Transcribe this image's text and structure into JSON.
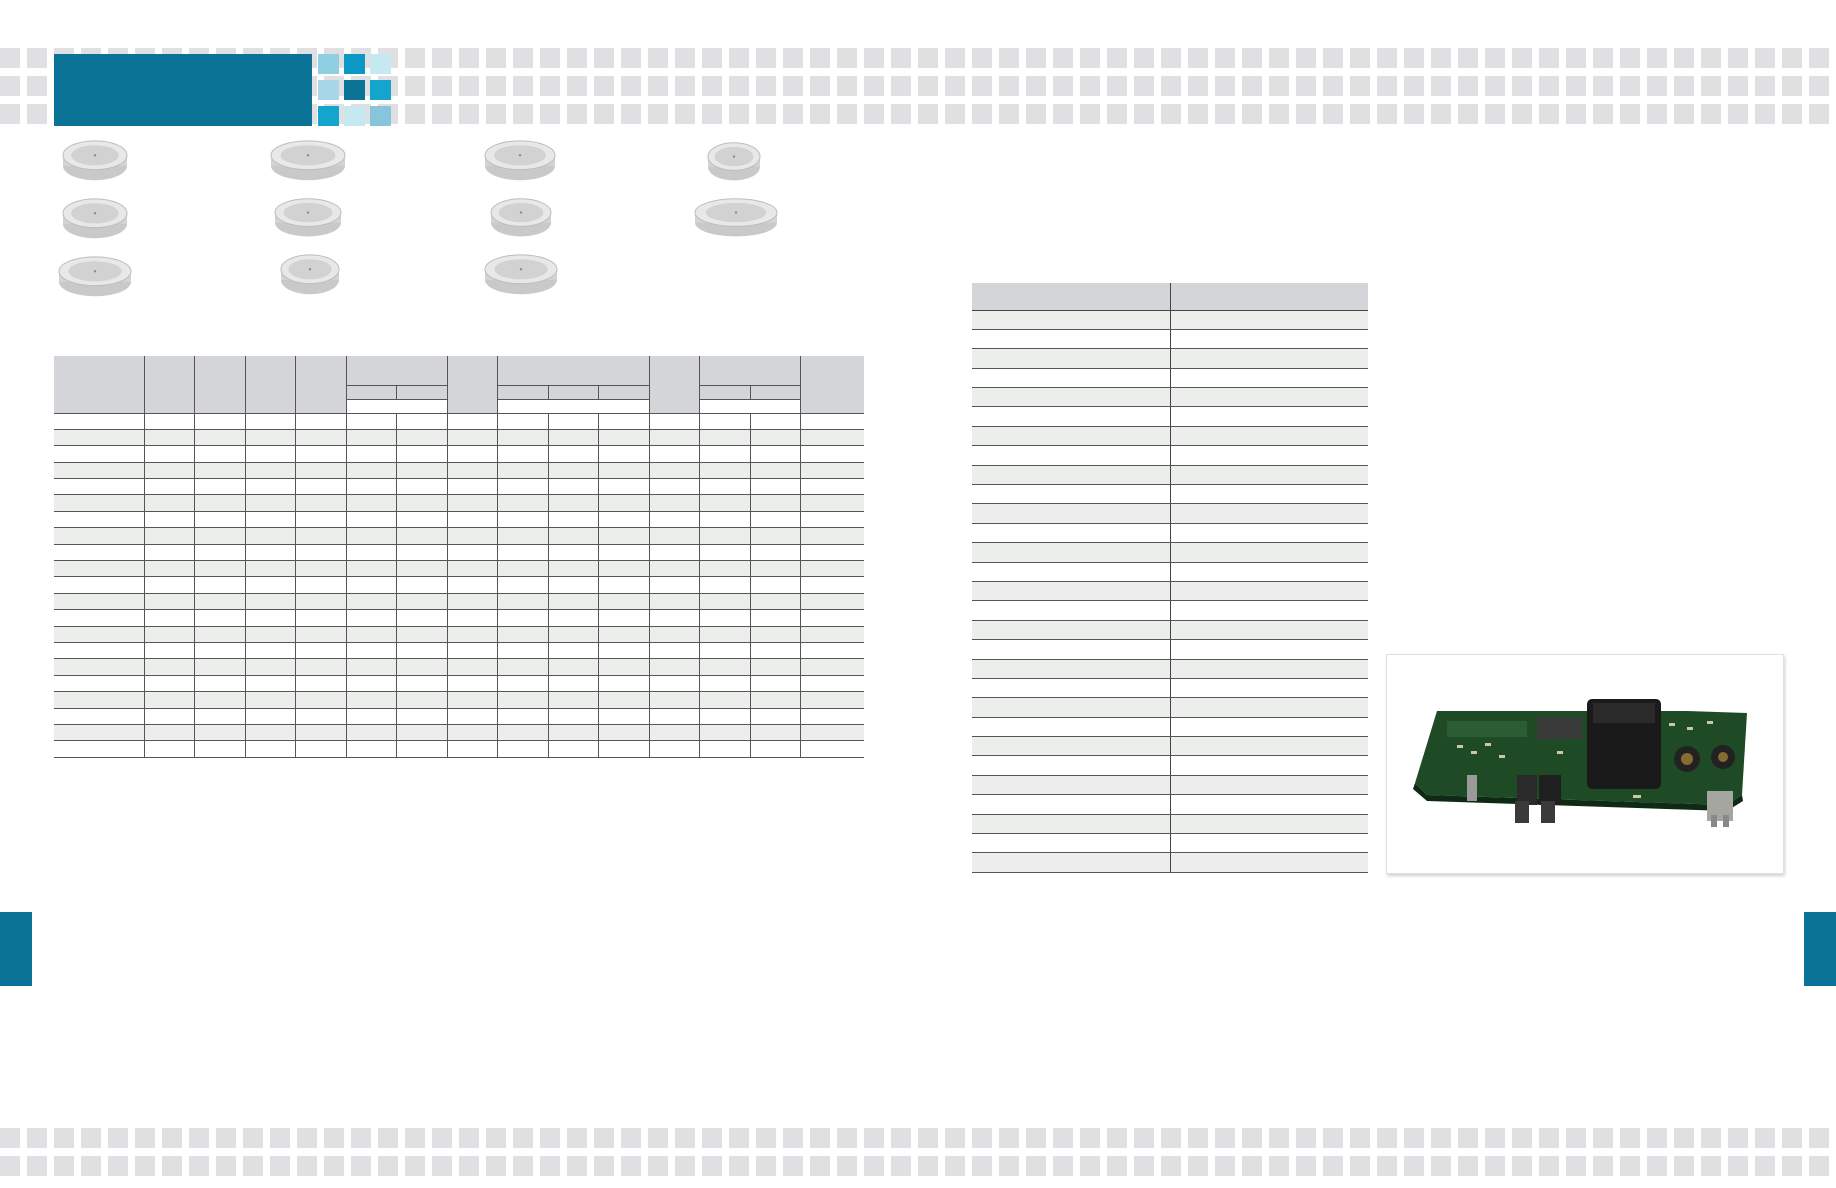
{
  "colors": {
    "brand_blue": "#0a7396",
    "tile_grey": "#e0e0e2",
    "table_header": "#d4d5d8",
    "table_stripe": "#eceeec",
    "accent_tiles": [
      "#8fcfe1",
      "#0c97c4",
      "#c6e8f0",
      "#a7d6e6",
      "#0a7396",
      "#13a5cc",
      "#13a5cc",
      "#c6e8f0",
      "#86c5dc"
    ]
  },
  "images": {
    "device_thumbnails": [
      "press-pack-device",
      "press-pack-device",
      "press-pack-device",
      "press-pack-device",
      "press-pack-device",
      "press-pack-device",
      "press-pack-device",
      "press-pack-device",
      "press-pack-device",
      "press-pack-device",
      "press-pack-device"
    ],
    "product_photo": "gate-driver-board"
  }
}
